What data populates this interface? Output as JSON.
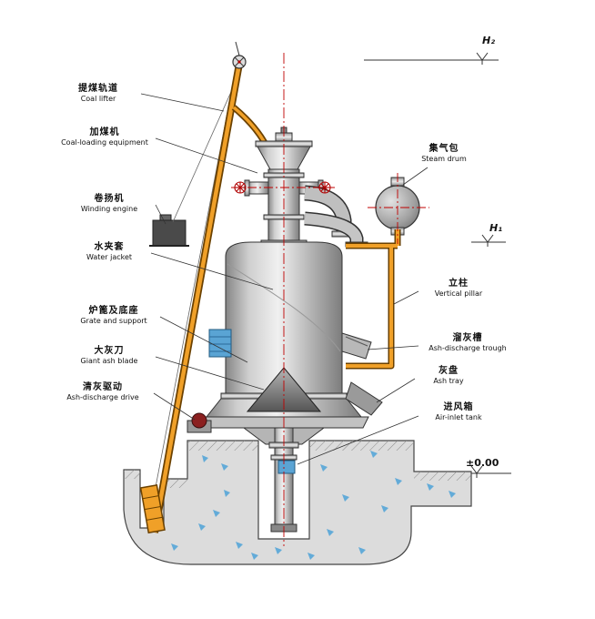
{
  "labels": {
    "coal_lifter": {
      "zh": "提煤轨道",
      "en": "Coal lifter"
    },
    "coal_loading": {
      "zh": "加煤机",
      "en": "Coal-loading equipment"
    },
    "winding_engine": {
      "zh": "卷扬机",
      "en": "Winding engine"
    },
    "water_jacket": {
      "zh": "水夹套",
      "en": "Water jacket"
    },
    "grate_support": {
      "zh": "炉篦及底座",
      "en": "Grate and support"
    },
    "ash_blade": {
      "zh": "大灰刀",
      "en": "Giant ash blade"
    },
    "ash_drive": {
      "zh": "清灰驱动",
      "en": "Ash-discharge drive"
    },
    "steam_drum": {
      "zh": "集气包",
      "en": "Steam drum"
    },
    "vertical_pillar": {
      "zh": "立柱",
      "en": "Vertical pillar"
    },
    "ash_trough": {
      "zh": "溜灰槽",
      "en": "Ash-discharge trough"
    },
    "ash_tray": {
      "zh": "灰盘",
      "en": "Ash tray"
    },
    "air_inlet": {
      "zh": "进风箱",
      "en": "Air-inlet tank"
    }
  },
  "levels": {
    "h2": "H₂",
    "h1": "H₁",
    "zero": "±0.00"
  },
  "colors": {
    "rail_orange": "#f0a028",
    "centerline_red": "#c00000",
    "speckle_blue": "#4fa3d8",
    "metal_gray": "#c0c0c0"
  }
}
